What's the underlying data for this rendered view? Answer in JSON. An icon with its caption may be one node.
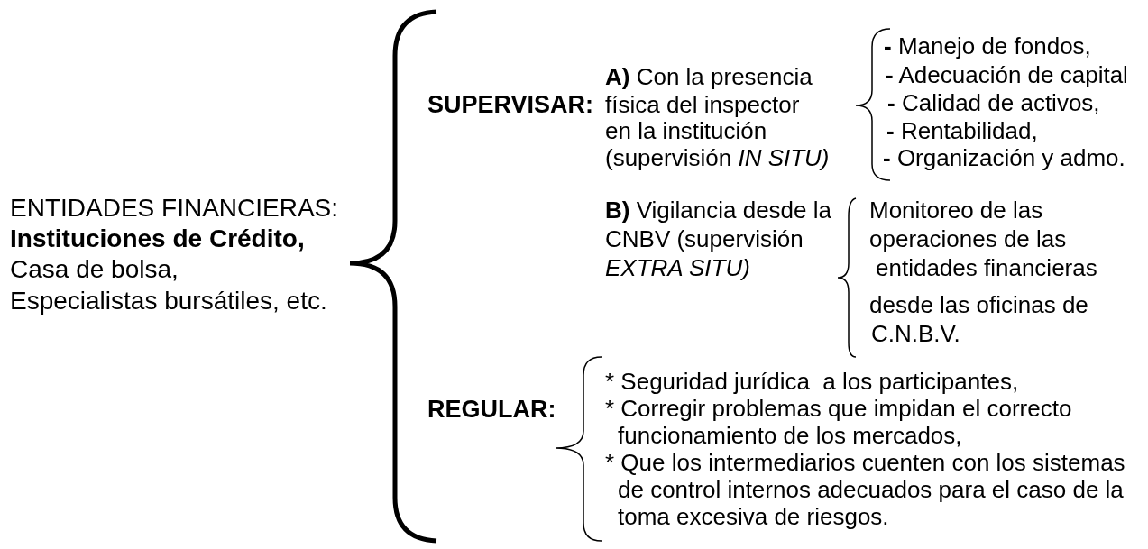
{
  "diagram": {
    "labels": [
      "ENTIDADES FINANCIERAS:",
      "**Instituciones de Crédito,**",
      "Casa de bolsa,",
      "Especialistas bursátiles, etc.",
      "SUPERVISAR:",
      "**A)** Con la presencia",
      "física del inspector",
      "en la institución",
      "(supervisión *IN SITU)*",
      "**-** Manejo de fondos,",
      "**-** Adecuación de capital",
      "**-** Calidad de activos,",
      "**-** Rentabilidad,",
      "**-** Organización y admo.",
      "**B)** Vigilancia desde la",
      "CNBV (supervisión",
      "*EXTRA SITU)*",
      "Monitoreo de las",
      "operaciones de las",
      "entidades financieras",
      "desde las oficinas de",
      "C.N.B.V.",
      "REGULAR:",
      "* Seguridad jurídica  a los participantes,",
      "* Corregir problemas que impidan el correcto",
      "funcionamiento de los mercados,",
      "* Que los intermediarios cuenten con los sistemas",
      "de control internos adecuados para el caso de la",
      "toma excesiva de riesgos."
    ]
  }
}
